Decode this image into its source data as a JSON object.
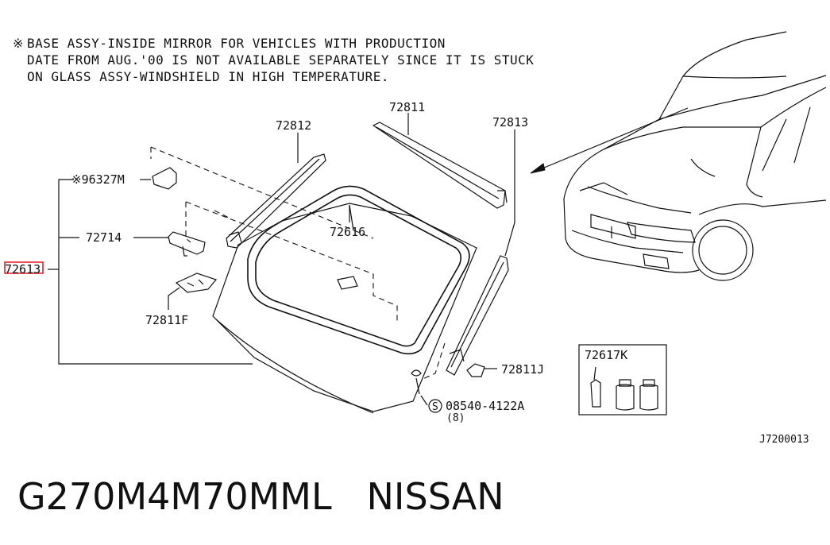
{
  "note": {
    "symbol": "※",
    "line1": "BASE ASSY-INSIDE MIRROR FOR VEHICLES WITH PRODUCTION",
    "line2": "DATE FROM AUG.'00 IS NOT AVAILABLE SEPARATELY SINCE IT IS STUCK",
    "line3": "ON GLASS ASSY-WINDSHIELD IN HIGH TEMPERATURE."
  },
  "callouts": {
    "p72811": "72811",
    "p72812": "72812",
    "p72813": "72813",
    "p96327m": "※96327M",
    "p72714": "72714",
    "p72616": "72616",
    "p72613": "72613",
    "p72811f": "72811F",
    "p72811j": "72811J",
    "p72617k": "72617K",
    "p08540_symbol": "S",
    "p08540": "08540-4122A",
    "p08540_qty": "(8)"
  },
  "drawing_code": "J7200013",
  "footer": {
    "code": "G270M4M70MML",
    "brand": "NISSAN"
  },
  "colors": {
    "line": "#111111",
    "highlight": "#e8101e",
    "background": "#ffffff"
  }
}
